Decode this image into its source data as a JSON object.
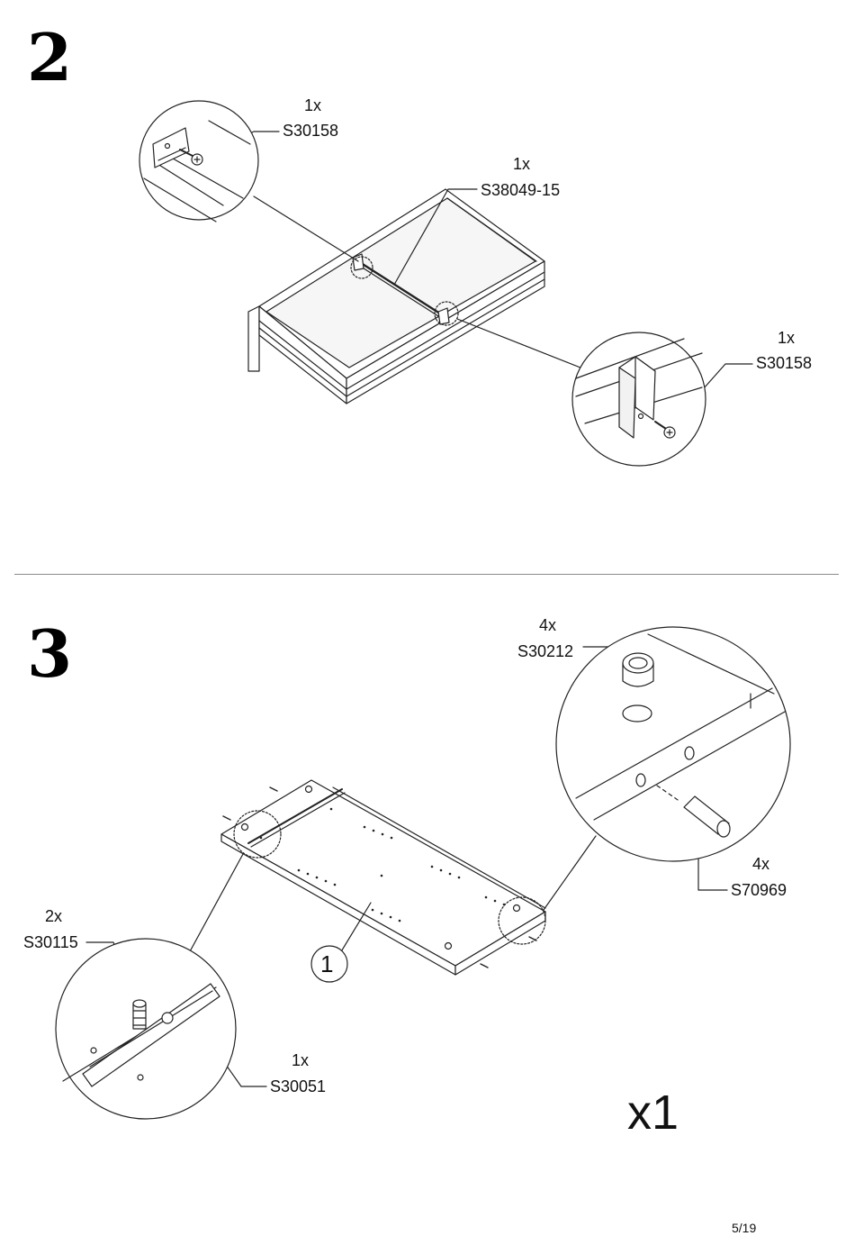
{
  "steps": [
    {
      "number": "2",
      "callouts": [
        {
          "qty": "1x",
          "code": "S30158"
        },
        {
          "qty": "1x",
          "code": "S38049-15"
        },
        {
          "qty": "1x",
          "code": "S30158"
        }
      ]
    },
    {
      "number": "3",
      "callouts": [
        {
          "qty": "4x",
          "code": "S30212"
        },
        {
          "qty": "4x",
          "code": "S70969"
        },
        {
          "qty": "2x",
          "code": "S30115"
        },
        {
          "qty": "1x",
          "code": "S30051"
        }
      ],
      "part_number": "1",
      "multiplier": "x1"
    }
  ],
  "footer": {
    "page": "5/19"
  }
}
